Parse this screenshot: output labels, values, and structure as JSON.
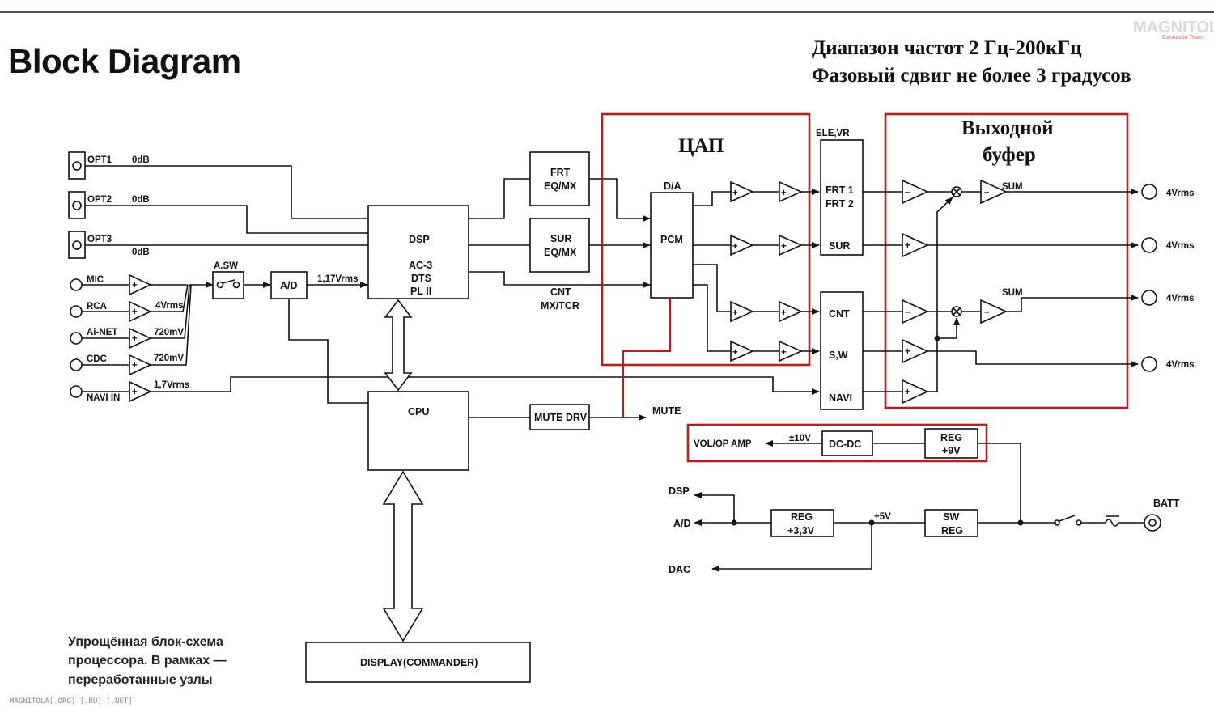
{
  "header": {
    "title": "Block Diagram",
    "spec_line1": "Диапазон частот   2 Гц-200кГц",
    "spec_line2": "Фазовый сдвиг не более 3 градусов",
    "watermark": "MAGNITOLA",
    "watermark_sub": "CarAudio Team"
  },
  "inputs": {
    "opt1": "OPT1",
    "opt2": "OPT2",
    "opt3": "OPT3",
    "odb1": "0dB",
    "odb2": "0dB",
    "odb3": "0dB",
    "mic": "MIC",
    "rca": "RCA",
    "ainet": "Ai-NET",
    "cdc": "CDC",
    "navi": "NAVI IN",
    "lvl_rca": "4Vrms",
    "lvl_ainet": "720mV",
    "lvl_cdc": "720mV",
    "lvl_navi": "1,7Vrms"
  },
  "blocks": {
    "asw": "A.SW",
    "ad": "A/D",
    "ad_level": "1,17Vrms",
    "dsp_title": "DSP",
    "dsp_l1": "AC-3",
    "dsp_l2": "DTS",
    "dsp_l3": "PL II",
    "frt_l1": "FRT",
    "frt_l2": "EQ/MX",
    "sur_l1": "SUR",
    "sur_l2": "EQ/MX",
    "cnt_l1": "CNT",
    "cnt_l2": "MX/TCR",
    "cpu": "CPU",
    "mute_drv": "MUTE DRV",
    "mute": "MUTE",
    "display": "DISPLAY(COMMANDER)",
    "da": "D/A",
    "pcm": "PCM",
    "ele_vr": "ELE,VR",
    "frt1": "FRT 1",
    "frt2": "FRT 2",
    "sur": "SUR",
    "cnt": "CNT",
    "sw": "S,W",
    "navi": "NAVI",
    "sum1": "SUM",
    "sum2": "SUM"
  },
  "outputs": [
    "4Vrms",
    "4Vrms",
    "4Vrms",
    "4Vrms"
  ],
  "power": {
    "vol_op_amp": "VOL/OP AMP",
    "pm10v": "±10V",
    "dcdc": "DC-DC",
    "reg9_l1": "REG",
    "reg9_l2": "+9V",
    "dsp": "DSP",
    "ad": "A/D",
    "dac": "DAC",
    "reg33_l1": "REG",
    "reg33_l2": "+3,3V",
    "p5v": "+5V",
    "swreg_l1": "SW",
    "swreg_l2": "REG",
    "batt": "BATT"
  },
  "regions": {
    "dac_title": "ЦАП",
    "buf_title_l1": "Выходной",
    "buf_title_l2": "буфер"
  },
  "caption": [
    "Упрощённая блок-схема",
    "процессора. В рамках —",
    "переработанные узлы"
  ],
  "footer": "MAGNITOLA[.ORG] [.RU] [.NET]",
  "colors": {
    "highlight": "#b02020",
    "ink": "#111111"
  }
}
